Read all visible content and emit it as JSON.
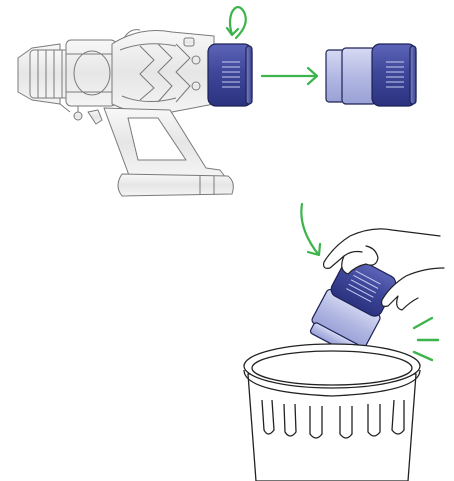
{
  "diagram": {
    "steps": [
      {
        "id": "twist-off",
        "action": "rotate-counterclockwise",
        "object": "filter"
      },
      {
        "id": "detach",
        "action": "move-right",
        "object": "filter"
      },
      {
        "id": "discard",
        "action": "drop-in-bin",
        "object": "filter"
      }
    ],
    "colors": {
      "arrow": "#3cb44b",
      "filter_body": "#a9b0df",
      "filter_dark": "#414a9c",
      "filter_outline": "#1c2256",
      "vacuum_fill": "#efefef",
      "line": "#222222"
    },
    "icons": [
      "vacuum-body",
      "filter-cartridge",
      "hand",
      "trash-bin",
      "rotate-arrow",
      "direction-arrow",
      "impact-marks"
    ]
  }
}
